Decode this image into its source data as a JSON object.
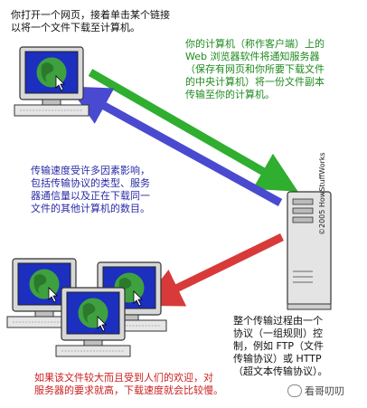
{
  "texts": {
    "top": "你打开一个网页，接着单击某个链接\n以将一个文件下载至计算机。",
    "green": "你的计算机（称作客户端）上的\nWeb 浏览器软件将通知服务器\n（保存有网页和你所要下载文件\n的中央计算机）将一份文件副本\n传输至你的计算机。",
    "blue": "传输速度受许多因素影响，\n包括传输协议的类型、服务\n器通信量以及正在下载同一\n文件的其他计算机的数目。",
    "black": "整个传输过程由一个\n协议（一组规则）控\n制，例如 FTP（文件\n传输协议）或 HTTP\n（超文本传输协议）。",
    "red": "如果该文件较大而且受到人们的欢迎，对\n服务器的要求就高，下载速度就会比较慢。"
  },
  "copyright": "©2005 HowStuffWorks",
  "watermark": "看哥叨叨",
  "colors": {
    "green_arrow": "#2fae2f",
    "blue_arrow": "#4a4ad0",
    "red_arrow": "#d83a3a",
    "screen_blue": "#1c2fbf",
    "globe_green": "#3fa040"
  }
}
